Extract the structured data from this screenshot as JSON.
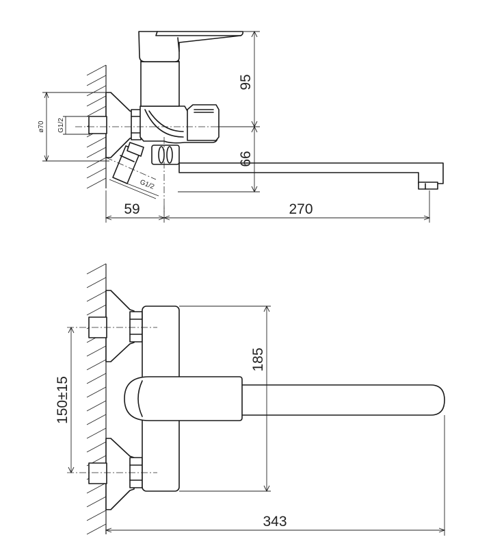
{
  "dimensions": {
    "height_upper": "95",
    "height_lower": "66",
    "spout_length": "270",
    "wall_offset": "59",
    "flange_diameter": "ø70",
    "thread_inlet": "G1/2",
    "thread_outlet": "G1/2",
    "body_height": "185",
    "inlet_spacing": "150±15",
    "total_length": "343"
  }
}
